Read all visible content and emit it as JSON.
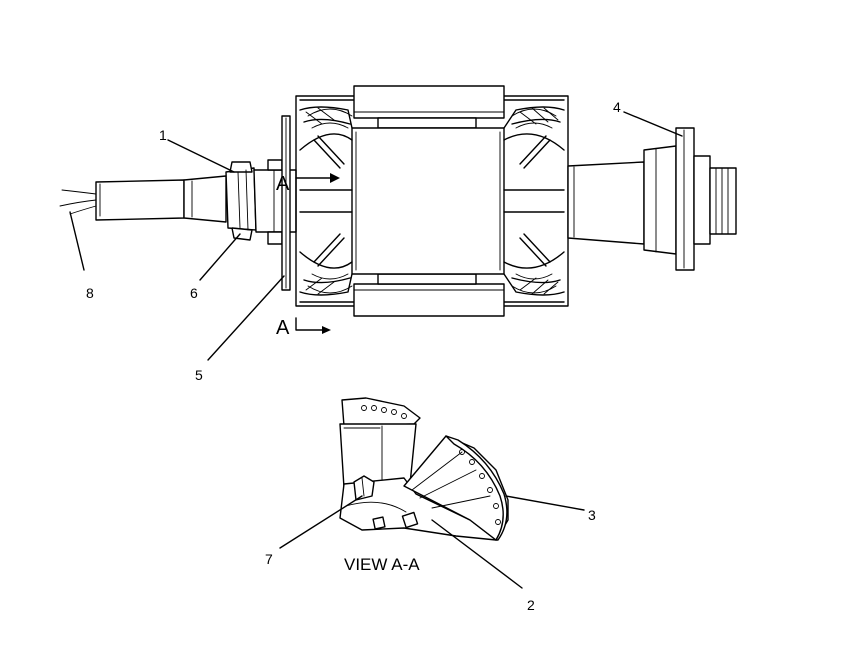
{
  "callouts": [
    "1",
    "2",
    "3",
    "4",
    "5",
    "6",
    "7",
    "8"
  ],
  "section": {
    "marker_top": "A",
    "marker_bottom": "A"
  },
  "view_label": "VIEW   A-A",
  "colors": {
    "ink": "#000000",
    "paper": "#ffffff"
  }
}
